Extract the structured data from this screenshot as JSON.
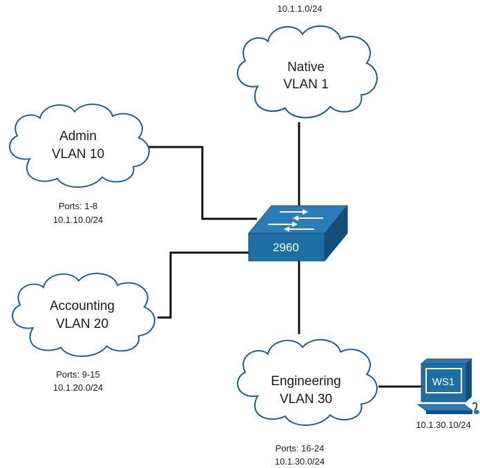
{
  "vlans": {
    "native": {
      "name": "Native",
      "vlan": "VLAN 1",
      "subnet": "10.1.1.0/24"
    },
    "admin": {
      "name": "Admin",
      "vlan": "VLAN 10",
      "ports": "Ports:  1-8",
      "subnet": "10.1.10.0/24"
    },
    "accounting": {
      "name": "Accounting",
      "vlan": "VLAN 20",
      "ports": "Ports:  9-15",
      "subnet": "10.1.20.0/24"
    },
    "engineering": {
      "name": "Engineering",
      "vlan": "VLAN 30",
      "ports": "Ports:  16-24",
      "subnet": "10.1.30.0/24"
    }
  },
  "switch": {
    "model": "2960"
  },
  "workstation": {
    "name": "WS1",
    "ip": "10.1.30.10/24"
  },
  "colors": {
    "cloud_stroke": "#1f5a8a",
    "switch_fill": "#1f6fa3",
    "switch_dark": "#154f77",
    "link": "#111111"
  },
  "icons": {
    "switch": "layer2-switch-icon",
    "workstation": "workstation-icon",
    "cloud": "cloud-icon"
  }
}
